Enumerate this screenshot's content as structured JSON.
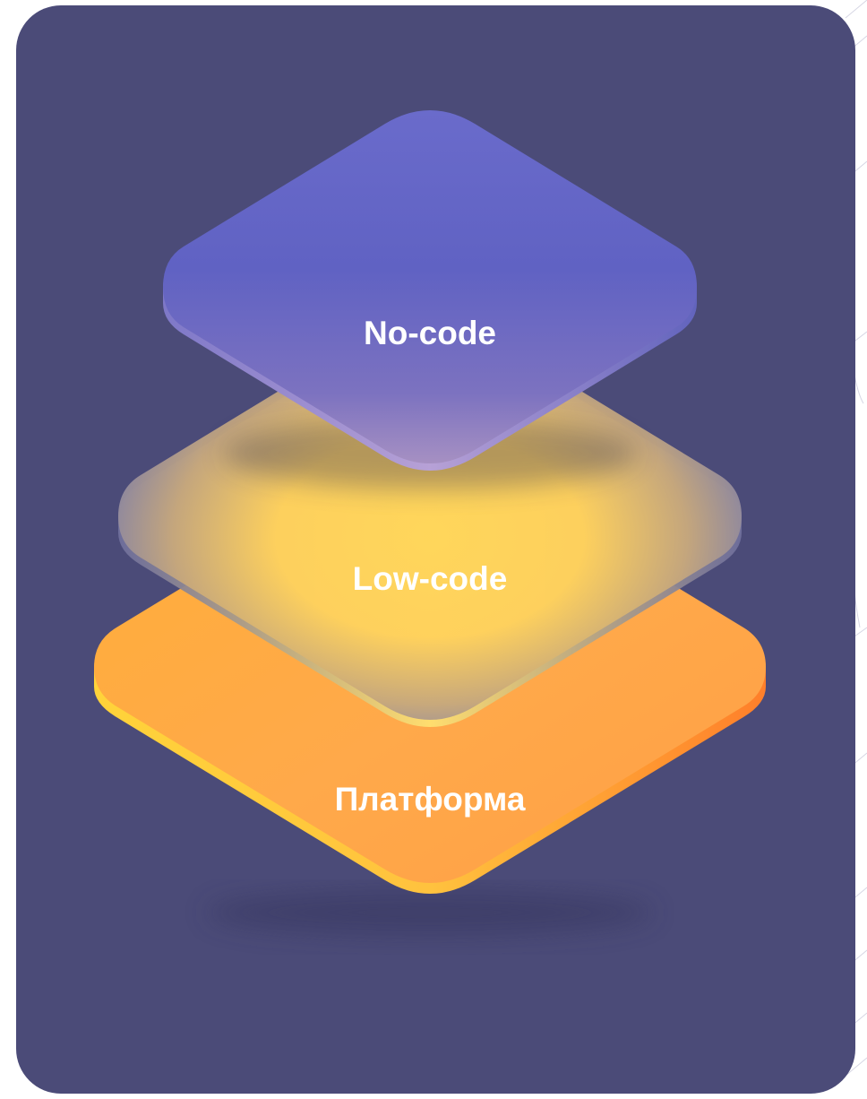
{
  "diagram": {
    "layers": [
      {
        "id": "platform",
        "label": "Платформа"
      },
      {
        "id": "low-code",
        "label": "Low-code"
      },
      {
        "id": "no-code",
        "label": "No-code"
      }
    ]
  },
  "colors": {
    "card_background": "#4b4b78",
    "platform": "#ffa63e",
    "low_code_glow": "#ffd65a",
    "low_code_glass": "#7c80b4",
    "no_code": "#6467c8",
    "no_code_bottom": "#9a8cc8",
    "label": "#ffffff"
  }
}
